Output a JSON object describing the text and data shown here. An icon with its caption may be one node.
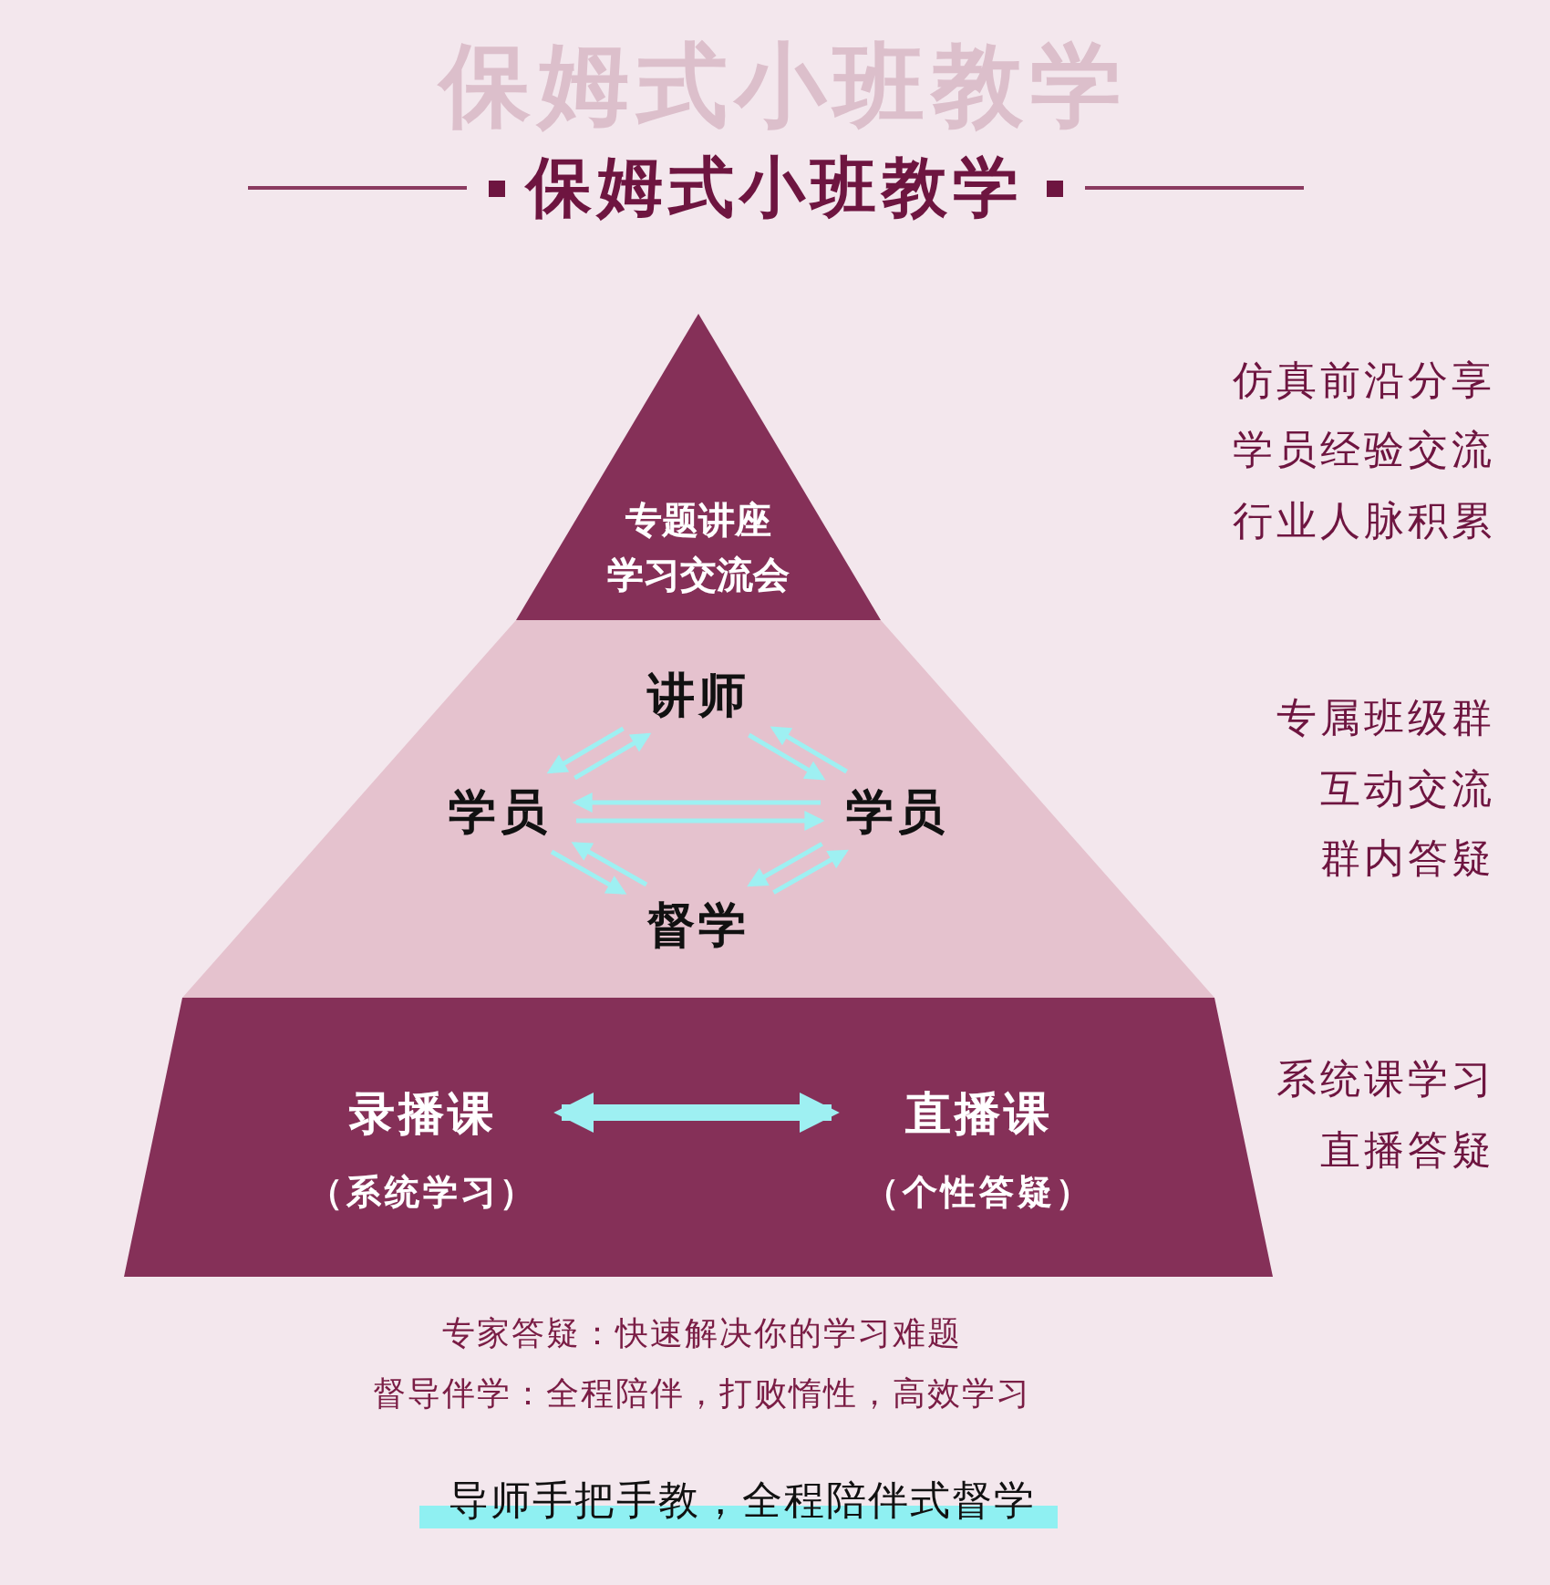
{
  "diagram": {
    "title": "保姆式小班教学",
    "nodes": [
      {
        "text": [
          "专题讲座",
          "学习交流会"
        ]
      },
      {
        "text": [],
        "shape": "band"
      },
      {
        "text": [
          "讲师"
        ],
        "in": 1
      },
      {
        "text": [
          "学员"
        ],
        "in": 1
      },
      {
        "text": [
          "学员"
        ],
        "in": 1
      },
      {
        "text": [
          "督学"
        ],
        "in": 1
      },
      {
        "text": [],
        "shape": "band"
      },
      {
        "text": [
          "录播课",
          "（系统学习）"
        ],
        "in": 6
      },
      {
        "text": [
          "直播课",
          "（个性答疑）"
        ],
        "in": 6
      }
    ],
    "edges": [
      {
        "from": 3,
        "to": 2,
        "arrow": "to",
        "color": "#9ef0f2"
      },
      {
        "from": 2,
        "to": 3,
        "arrow": "to",
        "color": "#9ef0f2"
      },
      {
        "from": 4,
        "to": 2,
        "arrow": "to",
        "color": "#9ef0f2"
      },
      {
        "from": 2,
        "to": 4,
        "arrow": "to",
        "color": "#9ef0f2"
      },
      {
        "from": 3,
        "to": 4,
        "arrow": "to",
        "color": "#9ef0f2"
      },
      {
        "from": 4,
        "to": 3,
        "arrow": "to",
        "color": "#9ef0f2"
      },
      {
        "from": 5,
        "to": 3,
        "arrow": "to",
        "color": "#9ef0f2"
      },
      {
        "from": 3,
        "to": 5,
        "arrow": "to",
        "color": "#9ef0f2"
      },
      {
        "from": 5,
        "to": 4,
        "arrow": "to",
        "color": "#9ef0f2"
      },
      {
        "from": 4,
        "to": 5,
        "arrow": "to",
        "color": "#9ef0f2"
      },
      {
        "from": 7,
        "to": 8,
        "arrow": "both",
        "style": "thick",
        "color": "#9ef0f2"
      }
    ],
    "labels": [
      "保姆式小班教学",
      "仿真前沿分享",
      "学员经验交流",
      "行业人脉积累",
      "专属班级群",
      "互动交流",
      "群内答疑",
      "系统课学习",
      "直播答疑",
      "专家答疑：快速解决你的学习难题",
      "督导伴学：全程陪伴，打败惰性，高效学习",
      "导师手把手教，全程陪伴式督学"
    ]
  }
}
